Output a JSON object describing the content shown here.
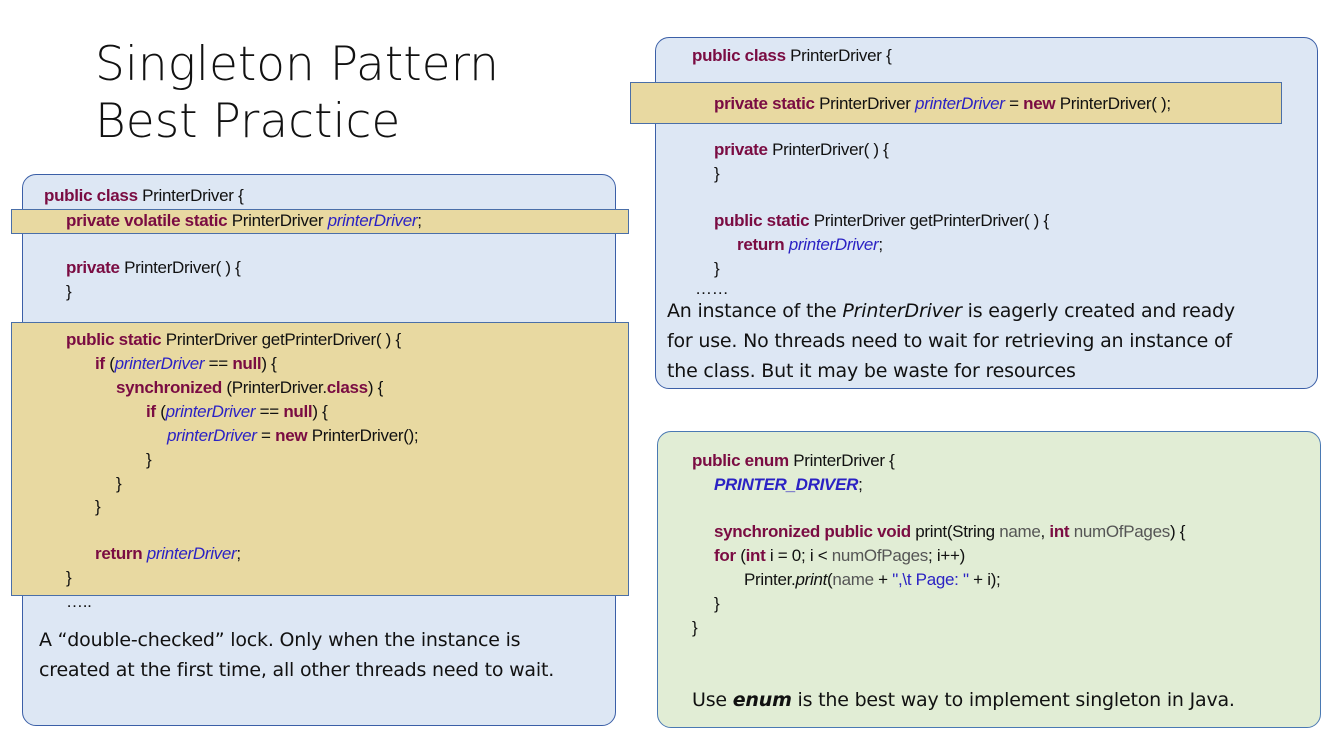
{
  "title": {
    "line1": "Singleton Pattern",
    "line2": "Best Practice"
  },
  "left": {
    "code": {
      "l1_kw": "public class",
      "l1_txt": " PrinterDriver {",
      "l2_kw": "private volatile static",
      "l2_txt": " PrinterDriver ",
      "l2_var": "printerDriver",
      "l2_end": ";",
      "l3_kw": "private",
      "l3_txt": " PrinterDriver( ) {",
      "l4": "}",
      "l5_kw": "public static",
      "l5_txt": " PrinterDriver getPrinterDriver( ) {",
      "l6_kw": "if",
      "l6_a": " (",
      "l6_var": "printerDriver",
      "l6_b": " == ",
      "l6_kw2": "null",
      "l6_c": ") {",
      "l7_kw": "synchronized",
      "l7_a": " (PrinterDriver.",
      "l7_kw2": "class",
      "l7_b": ") {",
      "l8_kw": "if",
      "l8_a": " (",
      "l8_var": "printerDriver",
      "l8_b": " == ",
      "l8_kw2": "null",
      "l8_c": ") {",
      "l9_var": "printerDriver",
      "l9_a": " = ",
      "l9_kw": "new",
      "l9_b": " PrinterDriver();",
      "l10": "}",
      "l11": "}",
      "l12": "}",
      "l13_kw": "return",
      "l13_a": " ",
      "l13_var": "printerDriver",
      "l13_b": ";",
      "l14": "}",
      "l15": "….."
    },
    "desc": {
      "line1": "A “double-checked” lock. Only when the instance is",
      "line2": "created at the first time, all other threads need to wait."
    }
  },
  "topright": {
    "code": {
      "l1_kw": "public class",
      "l1_txt": " PrinterDriver {",
      "l2_kw": "private static",
      "l2_txt": " PrinterDriver ",
      "l2_var": "printerDriver",
      "l2_a": " = ",
      "l2_kw2": "new",
      "l2_b": " PrinterDriver( );",
      "l3_kw": "private",
      "l3_txt": " PrinterDriver( ) {",
      "l4": "}",
      "l5_kw": "public static",
      "l5_txt": " PrinterDriver getPrinterDriver( ) {",
      "l6_kw": "return",
      "l6_a": " ",
      "l6_var": "printerDriver",
      "l6_b": ";",
      "l7": "}",
      "l8": "……"
    },
    "desc": {
      "line1_a": "An instance of the ",
      "line1_it": "PrinterDriver",
      "line1_b": " is eagerly created and ready",
      "line2": "for use. No threads need to wait for retrieving an instance of",
      "line3": "the class. But it may be waste for resources"
    }
  },
  "bottomright": {
    "code": {
      "l1_kw": "public enum",
      "l1_txt": " PrinterDriver {",
      "l2_cst": "PRINTER_DRIVER",
      "l2_end": ";",
      "l3_kw": "synchronized public void",
      "l3_a": " print(String ",
      "l3_p1": "name",
      "l3_b": ", ",
      "l3_kw2": "int",
      "l3_c": " ",
      "l3_p2": "numOfPages",
      "l3_d": ") {",
      "l4_kw": "for",
      "l4_a": " (",
      "l4_kw2": "int",
      "l4_b": " i = 0; i < ",
      "l4_p": "numOfPages",
      "l4_c": "; i++)",
      "l5_a": "Printer.",
      "l5_it": "print",
      "l5_b": "(",
      "l5_p": "name",
      "l5_c": " + ",
      "l5_str": "\",\\t Page: \"",
      "l5_d": " + i);",
      "l6": "}",
      "l7": "}"
    },
    "desc": {
      "a": "Use ",
      "b": "enum",
      "c": " is the best way to implement singleton in Java."
    }
  }
}
